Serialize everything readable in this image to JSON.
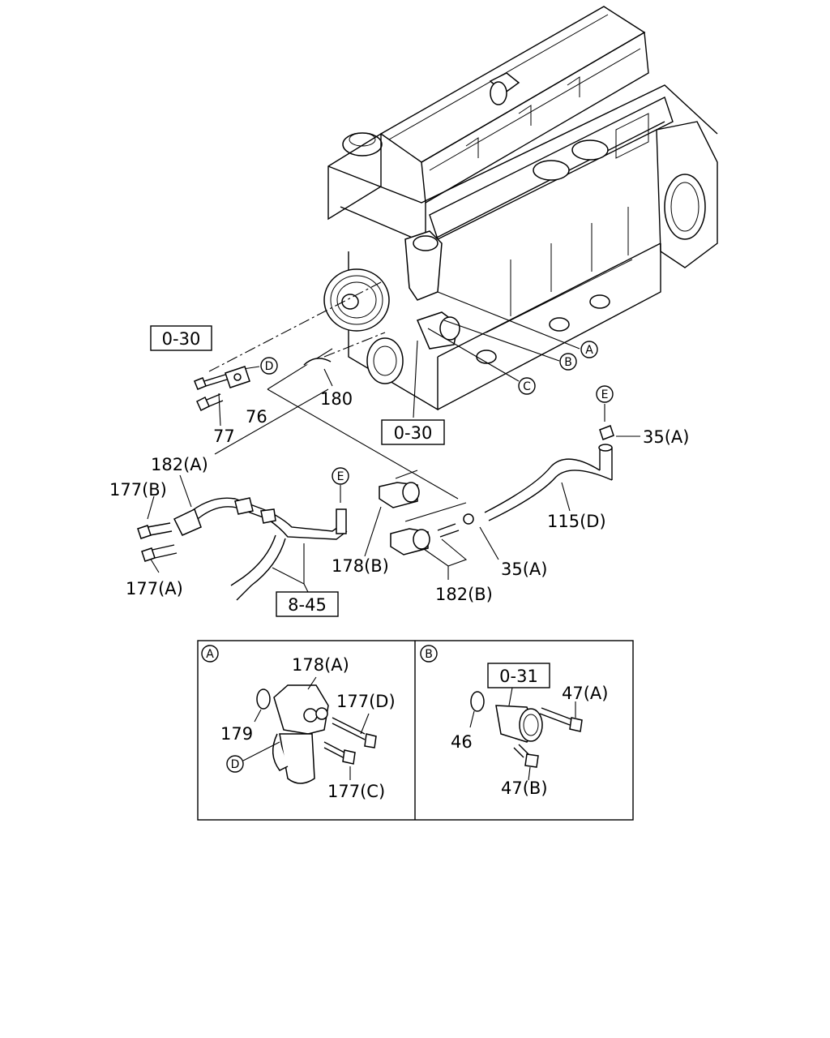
{
  "labels": {
    "ref_030_top": "0-30",
    "ref_030_mid": "0-30",
    "ref_845": "8-45",
    "ref_031": "0-31",
    "p76": "76",
    "p77": "77",
    "p180": "180",
    "p182a": "182(A)",
    "p177b": "177(B)",
    "p177a": "177(A)",
    "p178b": "178(B)",
    "p182b": "182(B)",
    "p35a_upper": "35(A)",
    "p35a_lower": "35(A)",
    "p115d": "115(D)",
    "detailA_178a": "178(A)",
    "detailA_177d": "177(D)",
    "detailA_179": "179",
    "detailA_177c": "177(C)",
    "detailB_47a": "47(A)",
    "detailB_46": "46",
    "detailB_47b": "47(B)"
  },
  "callouts": {
    "a": "A",
    "b": "B",
    "c": "C",
    "d": "D",
    "e": "E"
  }
}
